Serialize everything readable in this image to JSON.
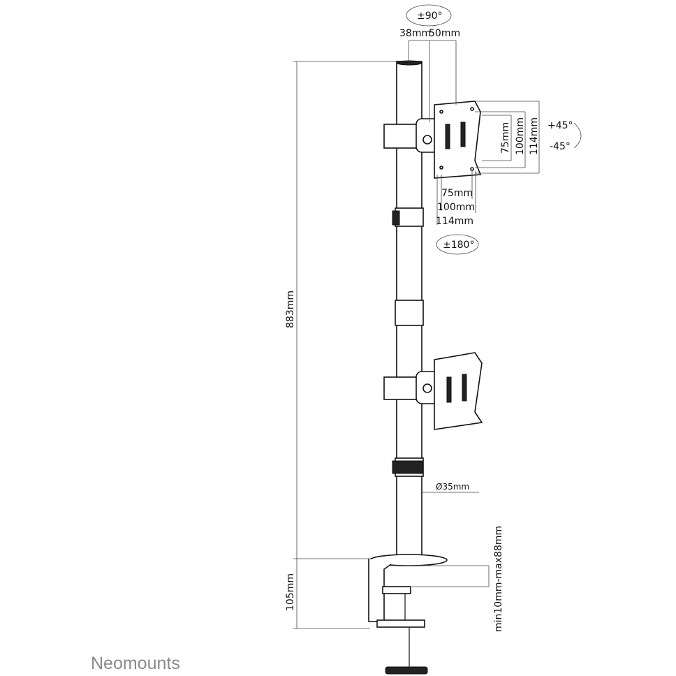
{
  "labels": {
    "tilt_horizontal": "±90°",
    "offset_a": "38mm",
    "offset_b": "50mm",
    "tilt_up": "+45°",
    "tilt_down": "-45°",
    "vesa_v_75": "75mm",
    "vesa_v_100": "100mm",
    "vesa_v_114": "114mm",
    "vesa_h_75": "75mm",
    "vesa_h_100": "100mm",
    "vesa_h_114": "114mm",
    "rotation": "±180°",
    "pole_height": "883mm",
    "pole_diameter": "Ø35mm",
    "clamp_range": "min10mm-max88mm",
    "clamp_height": "105mm"
  },
  "brand": "Neomounts"
}
